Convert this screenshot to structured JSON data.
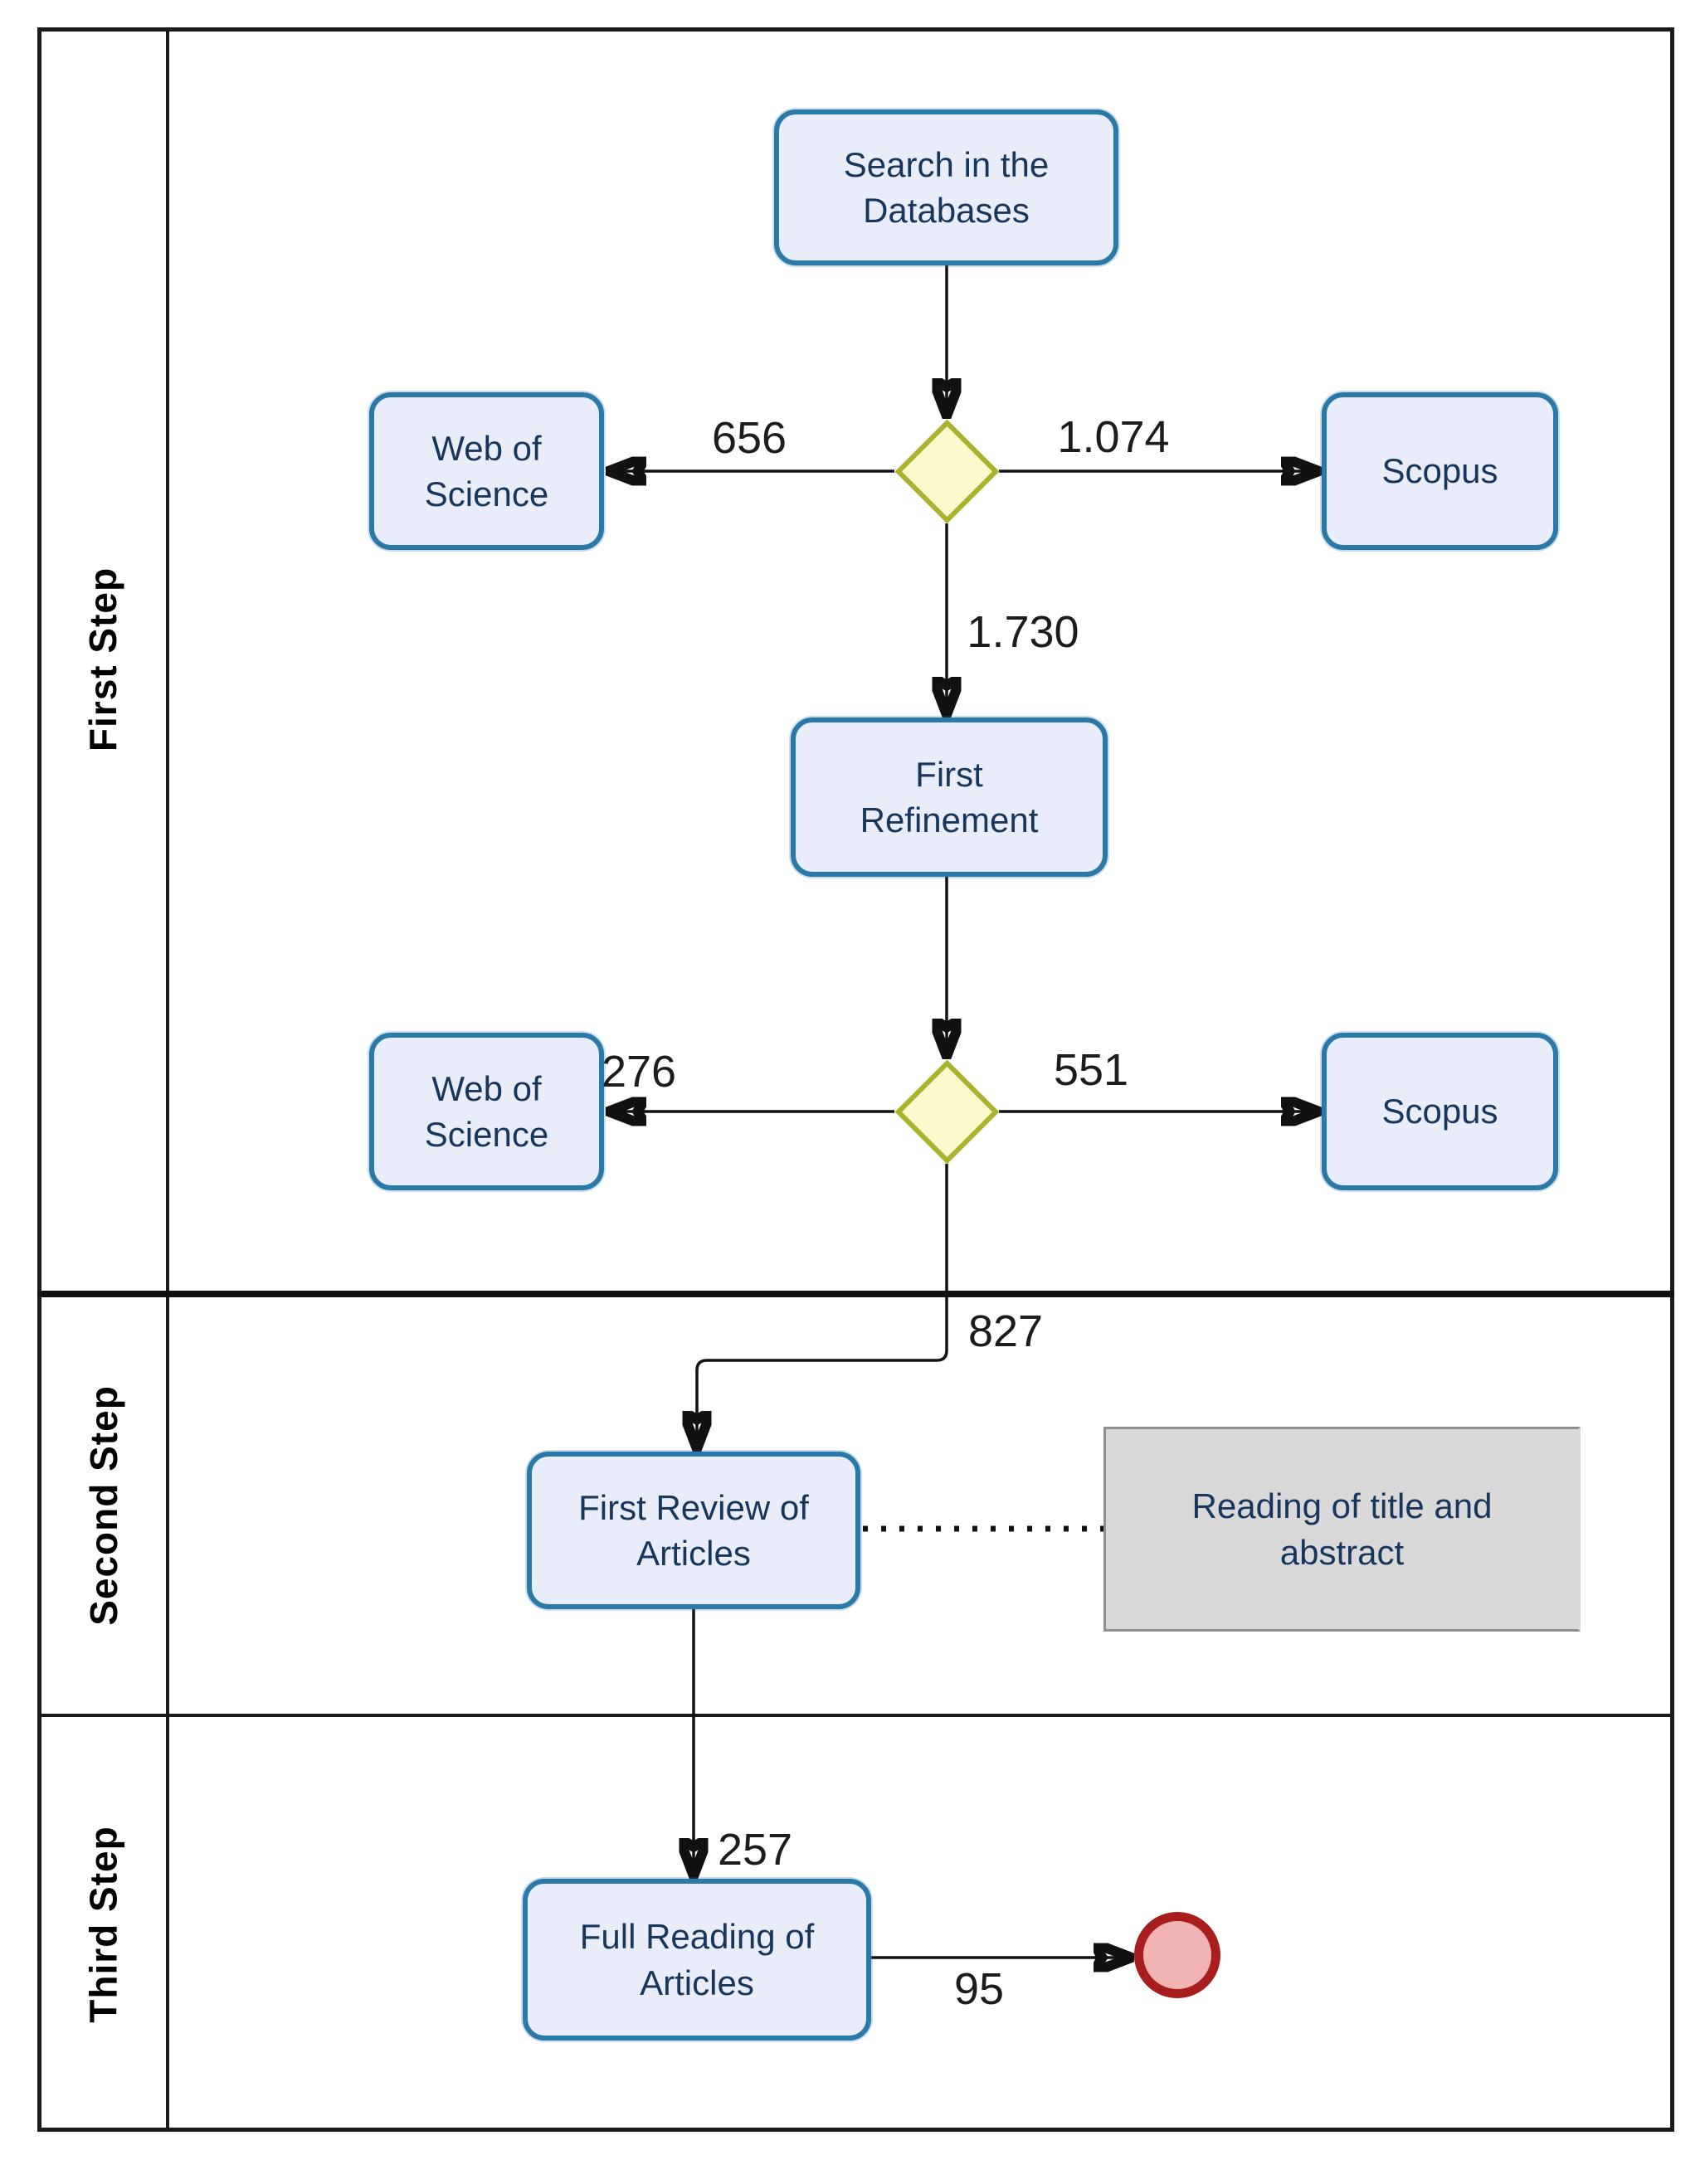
{
  "lanes": [
    {
      "label": "First Step"
    },
    {
      "label": "Second Step"
    },
    {
      "label": "Third Step"
    }
  ],
  "nodes": {
    "search_db": {
      "label": "Search in the\nDatabases"
    },
    "wos_row1": {
      "label": "Web of\nScience"
    },
    "scopus_row1": {
      "label": "Scopus"
    },
    "first_refinement": {
      "label": "First\nRefinement"
    },
    "wos_row2": {
      "label": "Web of\nScience"
    },
    "scopus_row2": {
      "label": "Scopus"
    },
    "first_review": {
      "label": "First Review of\nArticles"
    },
    "reading_note": {
      "label": "Reading of title and\nabstract"
    },
    "full_reading": {
      "label": "Full Reading of\nArticles"
    }
  },
  "edge_labels": {
    "search_to_wos": "656",
    "search_to_scopus": "1.074",
    "to_first_refinement": "1.730",
    "refinement_to_wos": "276",
    "refinement_to_scopus": "551",
    "to_first_review": "827",
    "to_full_reading": "257",
    "to_end": "95"
  },
  "colors": {
    "task_fill": "#e9edfa",
    "task_border": "#2a79a7",
    "gateway_fill": "#fbfacd",
    "gateway_border": "#a9b32e",
    "note_fill": "#d9d9d9",
    "note_border": "#8f8f8f",
    "end_fill": "#f2b3b3",
    "end_border": "#a81d1d",
    "node_text": "#17365d"
  }
}
